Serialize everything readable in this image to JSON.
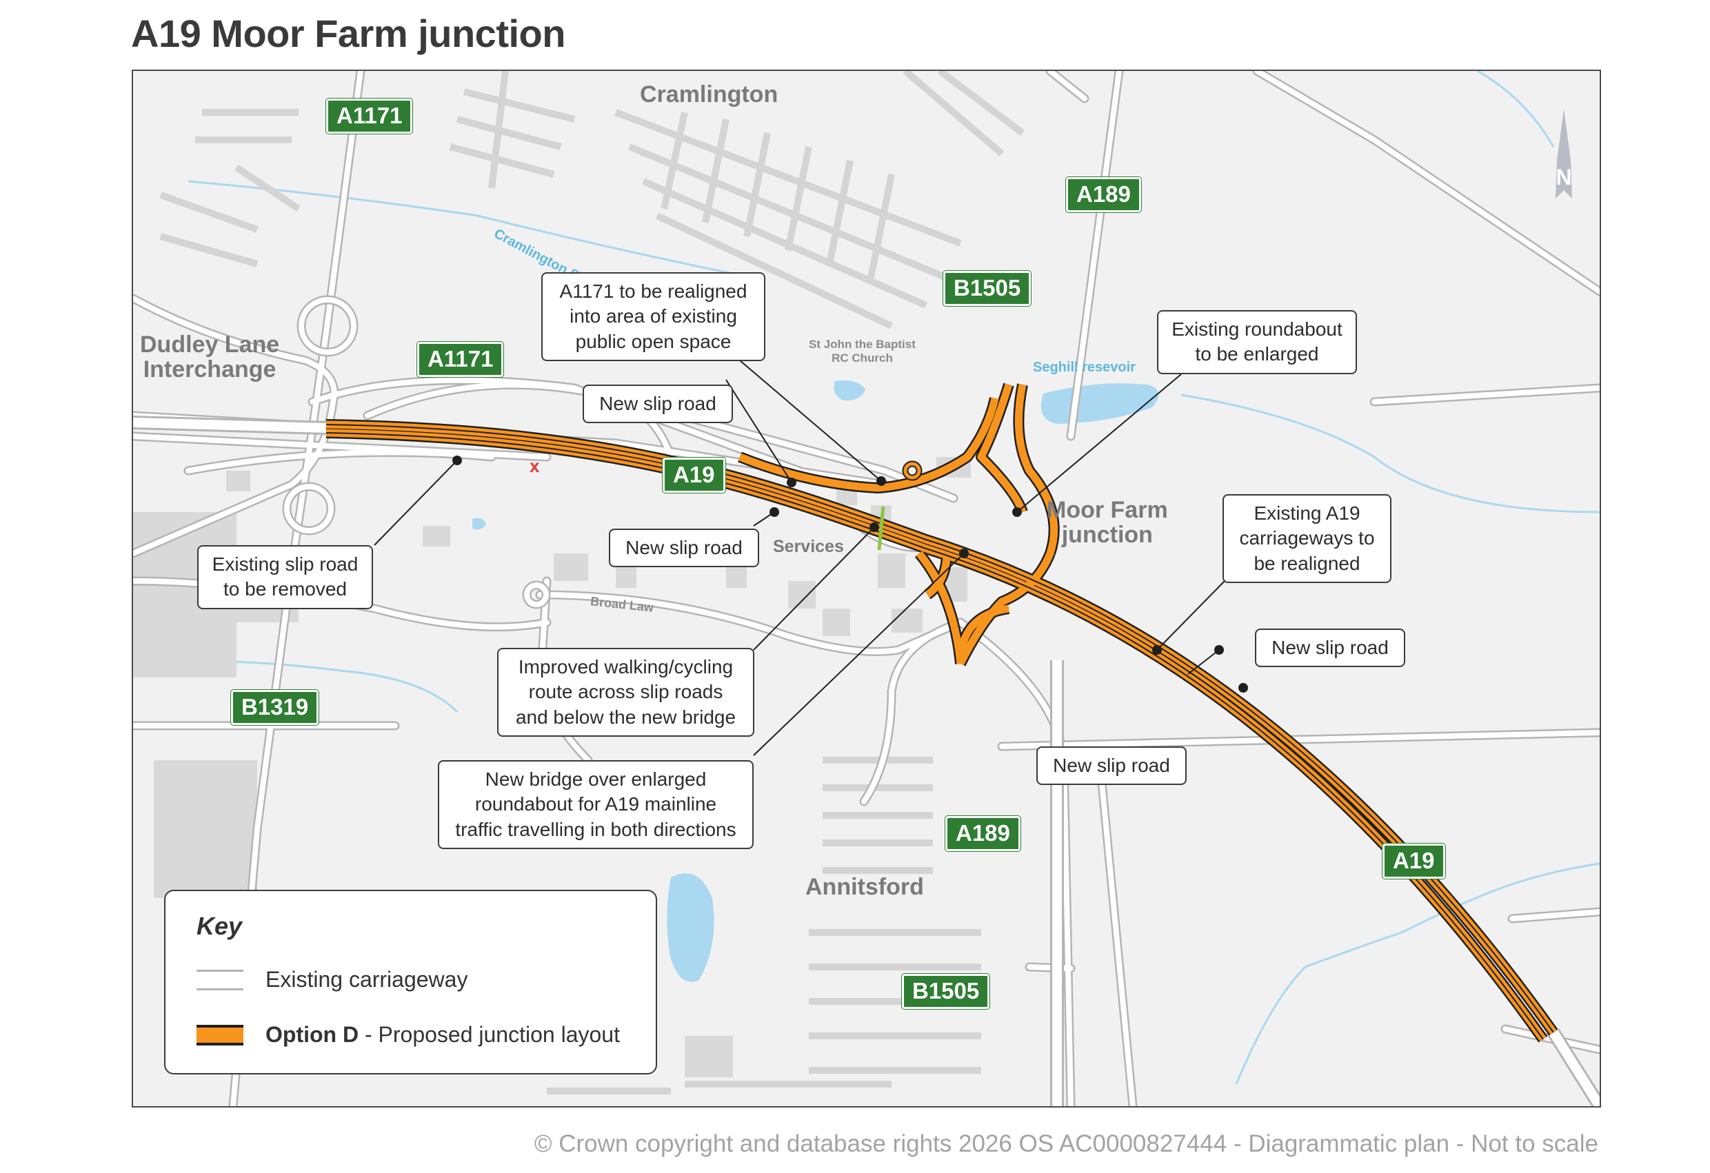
{
  "title": "A19 Moor Farm junction",
  "copyright": "© Crown copyright and database rights 2026 OS AC0000827444 - Diagrammatic plan - Not to scale",
  "colors": {
    "proposed_road": "#f7941d",
    "proposed_road_edge": "#1f1f1f",
    "existing_road": "#ffffff",
    "existing_road_edge": "#b4b4b4",
    "map_background": "#f1f1f2",
    "water": "#a9d8f0",
    "road_shield": "#2e7d32",
    "removed_marker": "#e53935"
  },
  "places": {
    "cramlington": "Cramlington",
    "dudley_lane": "Dudley Lane\nInterchange",
    "moor_farm": "Moor Farm\njunction",
    "annitsford": "Annitsford",
    "services": "Services",
    "church": "St John the Baptist\nRC Church",
    "broad_law": "Broad Law"
  },
  "water_labels": {
    "stream": "Cramlington Stream",
    "reservoir": "Seghill resevoir"
  },
  "road_shields": {
    "a1171_top": "A1171",
    "a1171_mid": "A1171",
    "a189_top": "A189",
    "b1505_top": "B1505",
    "a19_mid": "A19",
    "b1319": "B1319",
    "a189_bottom": "A189",
    "b1505_bottom": "B1505",
    "a19_right": "A19"
  },
  "callouts": {
    "realigned_a1171": "A1171 to be realigned\ninto area of existing\npublic open space",
    "roundabout_enlarged": "Existing roundabout\nto be enlarged",
    "new_slip_1": "New slip road",
    "new_slip_2": "New slip road",
    "existing_slip_removed": "Existing slip road\nto be removed",
    "a19_realigned": "Existing A19\ncarriageways to\nbe realigned",
    "new_slip_3": "New slip road",
    "new_slip_4": "New slip road",
    "walking_cycling": "Improved walking/cycling\nroute across slip roads\nand below the new bridge",
    "new_bridge": "New bridge over enlarged\nroundabout for A19 mainline\ntraffic travelling in both directions"
  },
  "north_arrow_label": "N",
  "key": {
    "title": "Key",
    "existing_label": "Existing carriageway",
    "proposed_bold": "Option D",
    "proposed_rest": " - Proposed junction layout"
  }
}
